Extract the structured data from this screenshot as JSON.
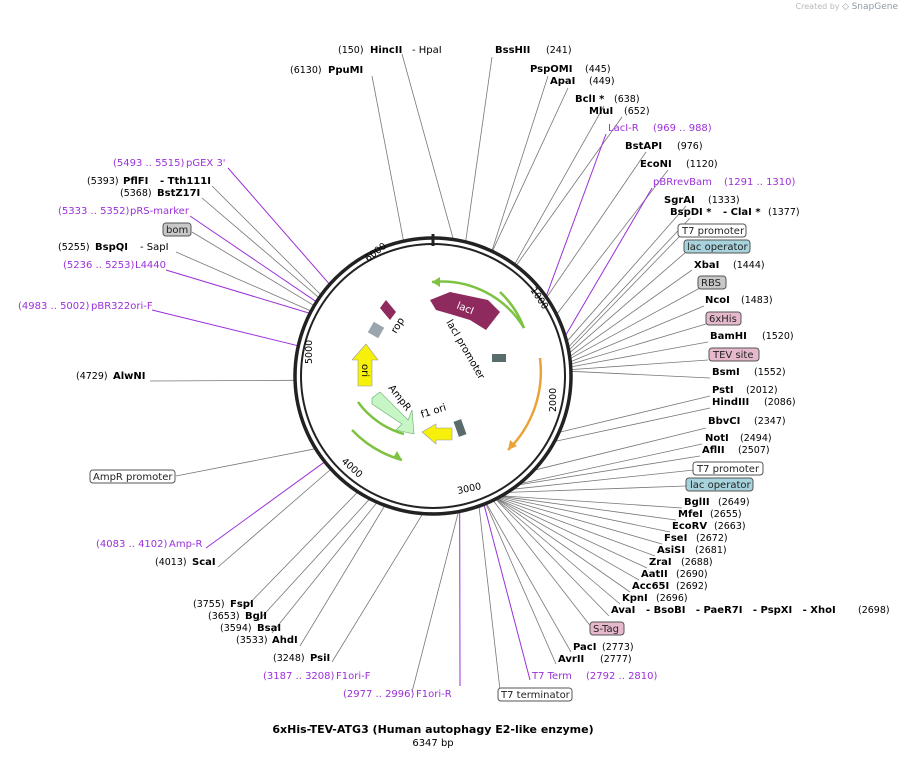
{
  "credit": {
    "prefix": "Created by",
    "brand": "SnapGene"
  },
  "plasmid": {
    "name": "6xHis-TEV-ATG3 (Human autophagy E2-like enzyme)",
    "size": "6347 bp",
    "length": 6347
  },
  "ticks": [
    "1000",
    "2000",
    "3000",
    "4000",
    "5000",
    "6000"
  ],
  "sites": [
    {
      "name": "HincII",
      "extra": "- HpaI",
      "pos": "(150)"
    },
    {
      "name": "PpuMI",
      "pos": "(6130)"
    },
    {
      "name": "BssHII",
      "pos": "(241)"
    },
    {
      "name": "PspOMI",
      "pos": "(445)"
    },
    {
      "name": "ApaI",
      "pos": "(449)"
    },
    {
      "name": "BclI *",
      "pos": "(638)"
    },
    {
      "name": "MluI",
      "pos": "(652)"
    },
    {
      "name": "BstAPI",
      "pos": "(976)"
    },
    {
      "name": "EcoNI",
      "pos": "(1120)"
    },
    {
      "name": "SgrAI",
      "pos": "(1333)"
    },
    {
      "name": "BspDI *",
      "extra": "- ClaI *",
      "pos": "(1377)"
    },
    {
      "name": "XbaI",
      "pos": "(1444)"
    },
    {
      "name": "NcoI",
      "pos": "(1483)"
    },
    {
      "name": "BamHI",
      "pos": "(1520)"
    },
    {
      "name": "BsmI",
      "pos": "(1552)"
    },
    {
      "name": "PstI",
      "pos": "(2012)"
    },
    {
      "name": "HindIII",
      "pos": "(2086)"
    },
    {
      "name": "BbvCI",
      "pos": "(2347)"
    },
    {
      "name": "NotI",
      "pos": "(2494)"
    },
    {
      "name": "AflII",
      "pos": "(2507)"
    },
    {
      "name": "BglII",
      "pos": "(2649)"
    },
    {
      "name": "MfeI",
      "pos": "(2655)"
    },
    {
      "name": "EcoRV",
      "pos": "(2663)"
    },
    {
      "name": "FseI",
      "pos": "(2672)"
    },
    {
      "name": "AsiSI",
      "pos": "(2681)"
    },
    {
      "name": "ZraI",
      "pos": "(2688)"
    },
    {
      "name": "AatII",
      "pos": "(2690)"
    },
    {
      "name": "Acc65I",
      "pos": "(2692)"
    },
    {
      "name": "KpnI",
      "pos": "(2696)"
    },
    {
      "name": "AvaI",
      "extra": "- BsoBI   - PaeR7I   - PspXI   - XhoI",
      "pos": "(2698)"
    },
    {
      "name": "PacI",
      "pos": "(2773)"
    },
    {
      "name": "AvrII",
      "pos": "(2777)"
    },
    {
      "name": "PsiI",
      "pos": "(3248)"
    },
    {
      "name": "AhdI",
      "pos": "(3533)"
    },
    {
      "name": "BsaI",
      "pos": "(3594)"
    },
    {
      "name": "BglI",
      "pos": "(3653)"
    },
    {
      "name": "FspI",
      "pos": "(3755)"
    },
    {
      "name": "ScaI",
      "pos": "(4013)"
    },
    {
      "name": "AlwNI",
      "pos": "(4729)"
    },
    {
      "name": "BspQI",
      "extra": "- SapI",
      "pos": "(5255)"
    },
    {
      "name": "BstZ17I",
      "pos": "(5368)"
    },
    {
      "name": "PflFI",
      "extra": "- Tth111I",
      "pos": "(5393)"
    }
  ],
  "primers": [
    {
      "name": "LacI-R",
      "range": "(969 .. 988)"
    },
    {
      "name": "pBRrevBam",
      "range": "(1291 .. 1310)"
    },
    {
      "name": "T7 Term",
      "range": "(2792 .. 2810)"
    },
    {
      "name": "F1ori-R",
      "range": "(2977 .. 2996)"
    },
    {
      "name": "F1ori-F",
      "range": "(3187 .. 3208)"
    },
    {
      "name": "Amp-R",
      "range": "(4083 .. 4102)"
    },
    {
      "name": "pBR322ori-F",
      "range": "(4983 .. 5002)"
    },
    {
      "name": "L4440",
      "range": "(5236 .. 5253)"
    },
    {
      "name": "pRS-marker",
      "range": "(5333 .. 5352)"
    },
    {
      "name": "pGEX 3'",
      "range": "(5493 .. 5515)"
    }
  ],
  "boxes": [
    {
      "name": "T7 promoter"
    },
    {
      "name": "lac operator"
    },
    {
      "name": "RBS"
    },
    {
      "name": "6xHis"
    },
    {
      "name": "TEV site"
    },
    {
      "name": "T7 promoter"
    },
    {
      "name": "lac operator"
    },
    {
      "name": "S-Tag"
    },
    {
      "name": "T7 terminator"
    },
    {
      "name": "AmpR promoter"
    },
    {
      "name": "bom"
    }
  ],
  "features": {
    "lacI": "lacI",
    "lacI_promoter": "lacI promoter",
    "rop": "rop",
    "ori": "ori",
    "AmpR": "AmpR",
    "f1_ori": "f1 ori"
  },
  "colors": {
    "lacI": "#8f2a5e",
    "rop": "#8f2a5e",
    "ori": "#f7f00a",
    "f1_ori": "#f7f00a",
    "AmpR": "#c6f5c6",
    "promoter_box": "#ffffff",
    "operator_box": "#a7d3dd",
    "rbs_box": "#c8c8c8",
    "tag_box": "#e6b8cc",
    "bom_box": "#c8c8c8",
    "primer": "#9b30d9",
    "orf_arrow_green": "#7ec242",
    "orf_arrow_orange": "#e8a33a"
  }
}
